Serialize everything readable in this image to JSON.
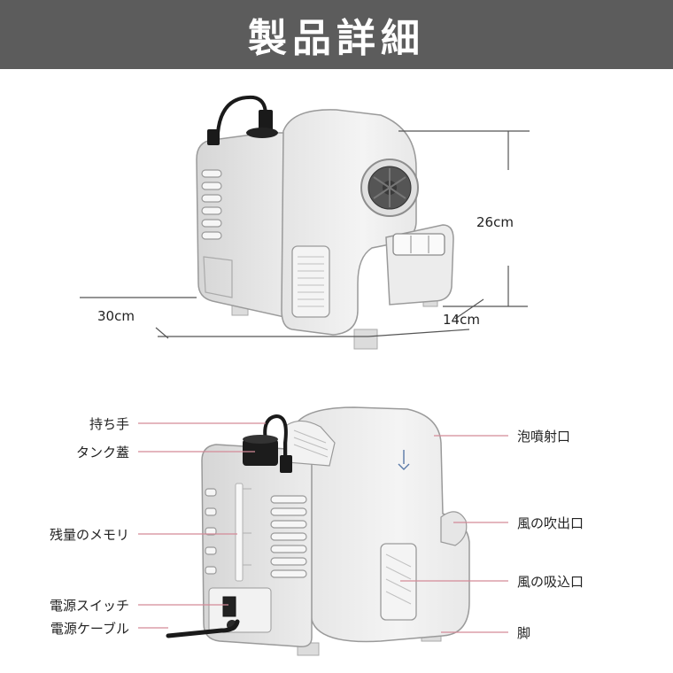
{
  "header": {
    "title": "製品詳細"
  },
  "dimensions": {
    "height": "26cm",
    "width": "30cm",
    "depth": "14cm"
  },
  "parts": {
    "handle": "持ち手",
    "tank_lid": "タンク蓋",
    "remaining_gauge": "残量のメモリ",
    "power_switch": "電源スイッチ",
    "power_cable": "電源ケーブル",
    "foam_outlet": "泡噴射口",
    "air_outlet": "風の吹出口",
    "air_inlet": "風の吸込口",
    "foot": "脚"
  },
  "colors": {
    "header_bg": "#5c5c5c",
    "body": "#eeeeee",
    "outline": "#9a9a9a",
    "leader": "#d48a98"
  }
}
